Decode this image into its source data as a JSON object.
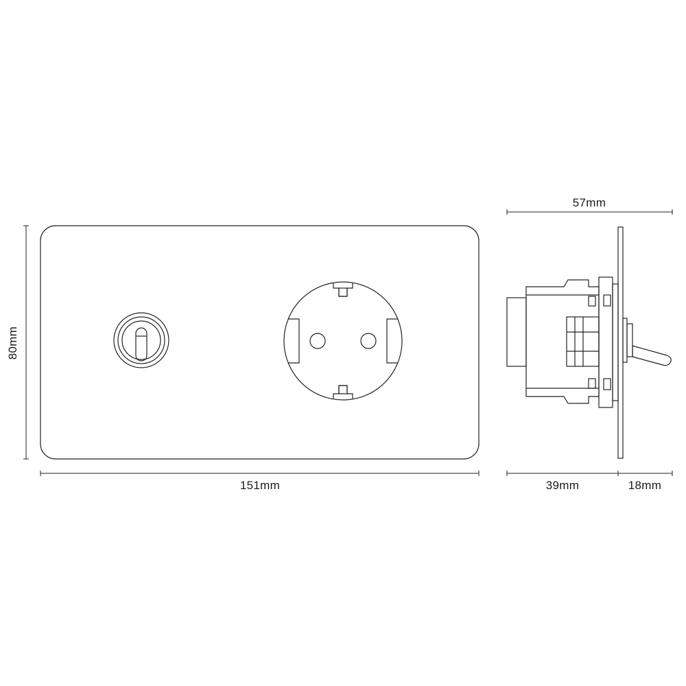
{
  "dimensions": {
    "height": "80mm",
    "width": "151mm",
    "depth_total": "57mm",
    "depth_body": "39mm",
    "depth_front": "18mm"
  },
  "colors": {
    "line": "#222222",
    "background": "#ffffff"
  }
}
